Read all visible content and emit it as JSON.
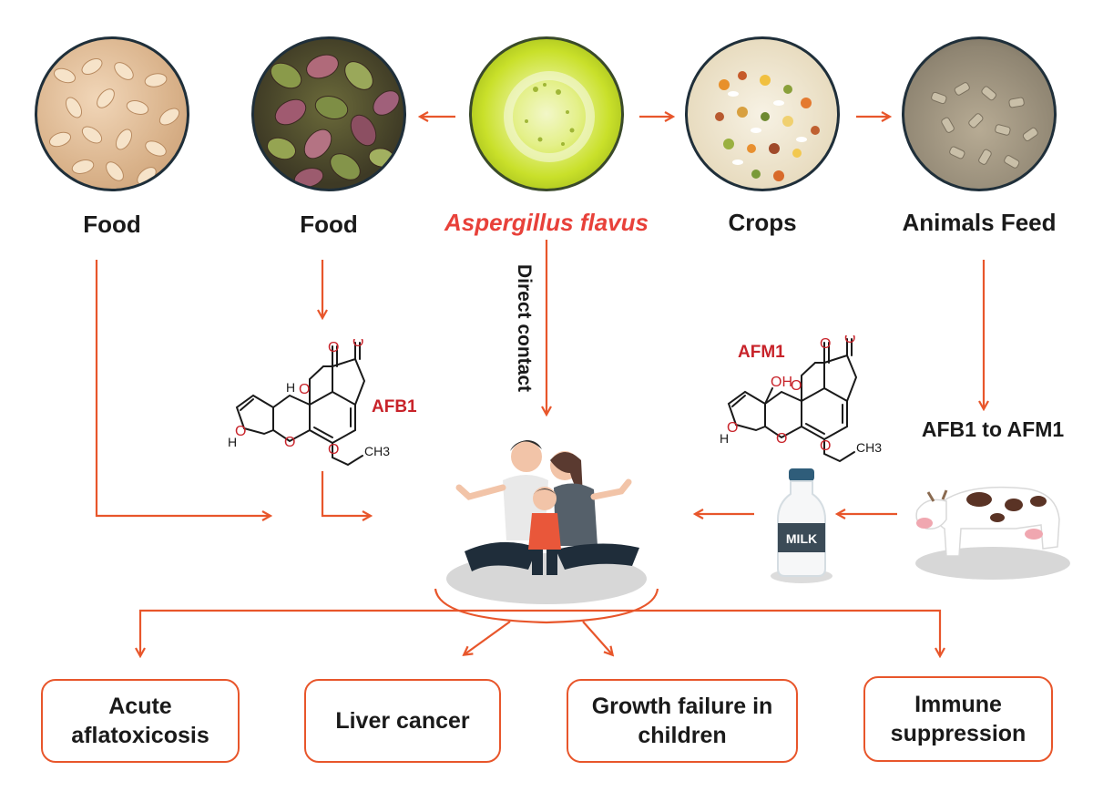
{
  "sources": {
    "food1": "Food",
    "food2": "Food",
    "fungus": "Aspergillus flavus",
    "crops": "Crops",
    "feed": "Animals Feed"
  },
  "pathways": {
    "direct_contact": "Direct contact",
    "conversion": "AFB1 to AFM1",
    "milk_label": "MILK"
  },
  "molecules": {
    "afb1": {
      "name": "AFB1",
      "atoms": {
        "o": "O",
        "h": "H",
        "ch3": "CH3"
      }
    },
    "afm1": {
      "name": "AFM1",
      "atoms": {
        "o": "O",
        "h": "H",
        "oh": "OH",
        "ch3": "CH3"
      }
    }
  },
  "outcomes": [
    {
      "line1": "Acute",
      "line2": "aflatoxicosis"
    },
    {
      "line1": "Liver cancer",
      "line2": ""
    },
    {
      "line1": "Growth failure in",
      "line2": "children"
    },
    {
      "line1": "Immune",
      "line2": "suppression"
    }
  ],
  "colors": {
    "arrow": "#e8562b",
    "accent_red": "#e8413a",
    "chem_red": "#c8232a",
    "circle_border": "#1f2f3a"
  }
}
